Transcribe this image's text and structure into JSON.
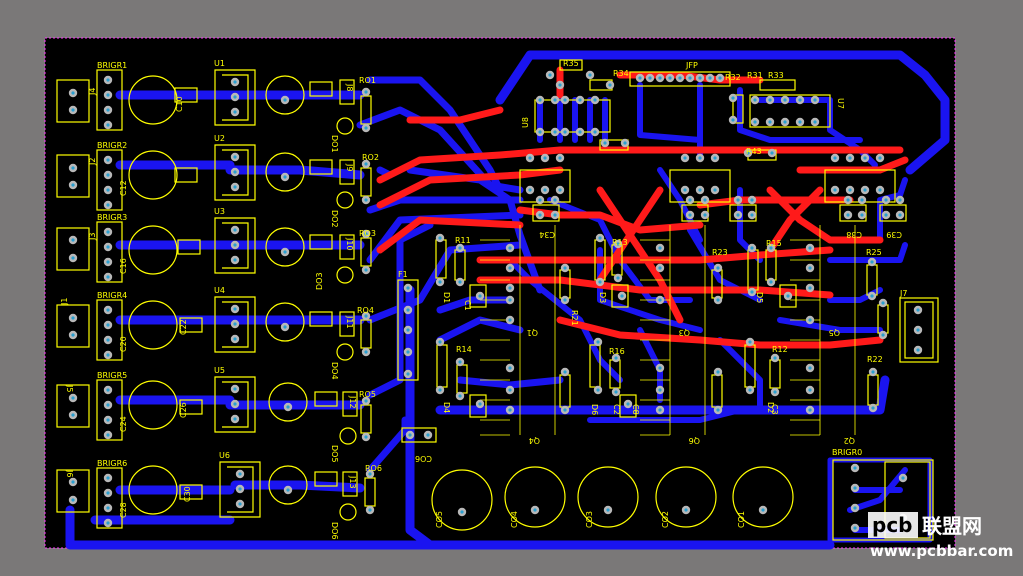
{
  "colors": {
    "background": "#7a7878",
    "board": "#000000",
    "outline": "#ff33ff",
    "bottom_trace": "#1a14f0",
    "top_trace": "#ff1a1a",
    "silk": "#ffff00",
    "pad": "#b8b8b8",
    "hole": "#2a9fd0",
    "watermark_bg": "#ffffff",
    "watermark_fg": "#111111"
  },
  "labels": [
    {
      "id": "brigr1",
      "text": "BRIGR1"
    },
    {
      "id": "brigr2",
      "text": "BRIGR2"
    },
    {
      "id": "brigr3",
      "text": "BRIGR3"
    },
    {
      "id": "brigr4",
      "text": "BRIGR4"
    },
    {
      "id": "brigr5",
      "text": "BRIGR5"
    },
    {
      "id": "brigr6",
      "text": "BRIGR6"
    },
    {
      "id": "brigr0",
      "text": "BRIGR0"
    },
    {
      "id": "u1",
      "text": "U1"
    },
    {
      "id": "u2",
      "text": "U2"
    },
    {
      "id": "u3",
      "text": "U3"
    },
    {
      "id": "u4",
      "text": "U4"
    },
    {
      "id": "u5",
      "text": "U5"
    },
    {
      "id": "u6",
      "text": "U6"
    },
    {
      "id": "u7",
      "text": "U7"
    },
    {
      "id": "u8",
      "text": "U8"
    },
    {
      "id": "ro1",
      "text": "RO1"
    },
    {
      "id": "ro2",
      "text": "RO2"
    },
    {
      "id": "ro3",
      "text": "RO3"
    },
    {
      "id": "ro4",
      "text": "RO4"
    },
    {
      "id": "ro5",
      "text": "RO5"
    },
    {
      "id": "ro6",
      "text": "RO6"
    },
    {
      "id": "do1",
      "text": "DO1"
    },
    {
      "id": "do2",
      "text": "DO2"
    },
    {
      "id": "do3",
      "text": "DO3"
    },
    {
      "id": "do4",
      "text": "DO4"
    },
    {
      "id": "do5",
      "text": "DO5"
    },
    {
      "id": "do6",
      "text": "DO6"
    },
    {
      "id": "j1",
      "text": "J1"
    },
    {
      "id": "j2",
      "text": "J2"
    },
    {
      "id": "j3",
      "text": "J3"
    },
    {
      "id": "j4",
      "text": "J4"
    },
    {
      "id": "j5",
      "text": "J5"
    },
    {
      "id": "j6",
      "text": "J6"
    },
    {
      "id": "j7",
      "text": "J7"
    },
    {
      "id": "j8",
      "text": "J8"
    },
    {
      "id": "j9",
      "text": "J9"
    },
    {
      "id": "j10",
      "text": "J10"
    },
    {
      "id": "j11",
      "text": "J11"
    },
    {
      "id": "j12",
      "text": "J12"
    },
    {
      "id": "j13",
      "text": "J13"
    },
    {
      "id": "f1",
      "text": "F1"
    },
    {
      "id": "jfp",
      "text": "JFP"
    },
    {
      "id": "r35",
      "text": "R35"
    },
    {
      "id": "r34",
      "text": "R34"
    },
    {
      "id": "r32",
      "text": "R32"
    },
    {
      "id": "r31",
      "text": "R31"
    },
    {
      "id": "r33",
      "text": "R33"
    },
    {
      "id": "r43",
      "text": "R43"
    },
    {
      "id": "r11",
      "text": "R11"
    },
    {
      "id": "r13",
      "text": "R13"
    },
    {
      "id": "r14",
      "text": "R14"
    },
    {
      "id": "r16",
      "text": "R16"
    },
    {
      "id": "r21",
      "text": "R21"
    },
    {
      "id": "r23",
      "text": "R23"
    },
    {
      "id": "r15",
      "text": "R15"
    },
    {
      "id": "r25",
      "text": "R25"
    },
    {
      "id": "r12",
      "text": "R12"
    },
    {
      "id": "r22",
      "text": "R22"
    },
    {
      "id": "q1",
      "text": "Q1"
    },
    {
      "id": "q2",
      "text": "Q2"
    },
    {
      "id": "q3",
      "text": "Q3"
    },
    {
      "id": "q4",
      "text": "Q4"
    },
    {
      "id": "q5",
      "text": "Q5"
    },
    {
      "id": "q6",
      "text": "Q6"
    },
    {
      "id": "co1",
      "text": "CO1"
    },
    {
      "id": "co2",
      "text": "CO2"
    },
    {
      "id": "co3",
      "text": "CO3"
    },
    {
      "id": "co4",
      "text": "CO4"
    },
    {
      "id": "co5",
      "text": "CO5"
    },
    {
      "id": "co6",
      "text": "CO6"
    },
    {
      "id": "d1",
      "text": "D1"
    },
    {
      "id": "d2",
      "text": "D2"
    },
    {
      "id": "d3",
      "text": "D3"
    },
    {
      "id": "d4",
      "text": "D4"
    },
    {
      "id": "d5",
      "text": "D5"
    },
    {
      "id": "d6",
      "text": "D6"
    },
    {
      "id": "c1",
      "text": "C1"
    },
    {
      "id": "c2",
      "text": "C2"
    },
    {
      "id": "c3",
      "text": "C3"
    },
    {
      "id": "c10",
      "text": "C10"
    },
    {
      "id": "c12",
      "text": "C12"
    },
    {
      "id": "c16",
      "text": "C16"
    },
    {
      "id": "c20",
      "text": "C20"
    },
    {
      "id": "c22",
      "text": "C22"
    },
    {
      "id": "c24",
      "text": "C24"
    },
    {
      "id": "c26",
      "text": "C26"
    },
    {
      "id": "c28",
      "text": "C28"
    },
    {
      "id": "c30",
      "text": "C30"
    },
    {
      "id": "c34",
      "text": "C34"
    },
    {
      "id": "c38",
      "text": "C38"
    },
    {
      "id": "c39",
      "text": "C39"
    },
    {
      "id": "c8",
      "text": "C8"
    }
  ],
  "watermark": {
    "brand": "联盟网",
    "url": "www.pcbbar.com"
  }
}
